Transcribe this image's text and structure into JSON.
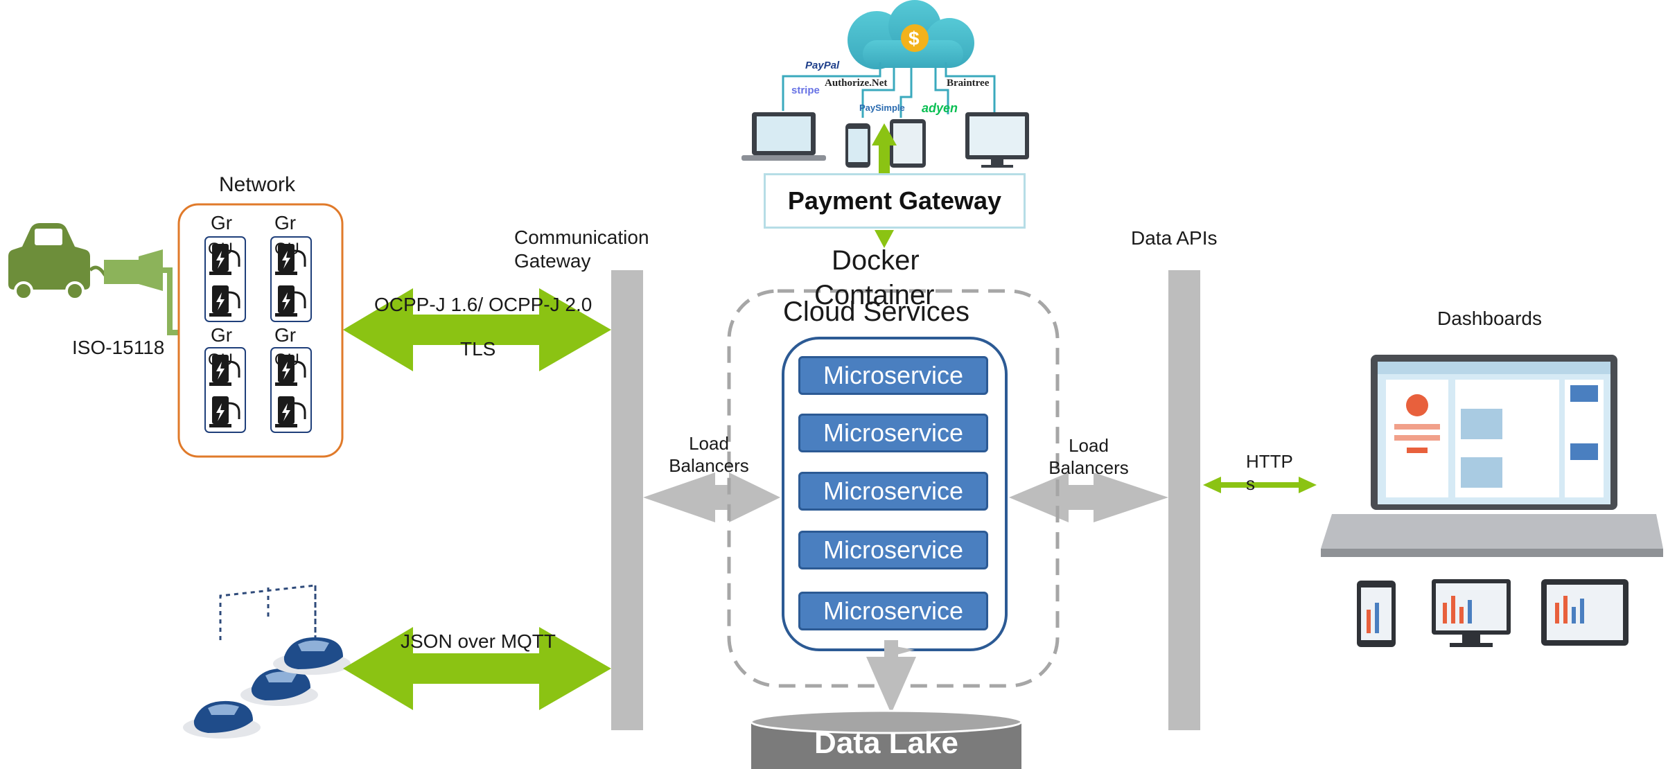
{
  "network": {
    "title": "Network",
    "groups": [
      "Gr",
      "Gr",
      "Gr",
      "Gr"
    ],
    "groups_suffix": [
      "OU",
      "OU",
      "OU",
      "OU"
    ]
  },
  "iso_label": "ISO-15118",
  "communication_gateway": {
    "label": "Communication Gateway"
  },
  "ocpp": {
    "label": "OCPP-J 1.6/ OCPP-J 2.0",
    "tls": "TLS"
  },
  "mqtt_label": "JSON over MQTT",
  "payment_gateway": {
    "label": "Payment Gateway",
    "providers": [
      "PayPal",
      "stripe",
      "Authorize.Net",
      "PaySimple",
      "adyen",
      "Braintree"
    ],
    "cloud_symbol": "$"
  },
  "docker": {
    "line1": "Docker",
    "line2": "Container",
    "cloud_services": "Cloud Services"
  },
  "microservices": [
    "Microservice",
    "Microservice",
    "Microservice",
    "Microservice",
    "Microservice"
  ],
  "load_balancer_left": "Load Balancers",
  "load_balancer_right": "Load Balancers",
  "data_apis": "Data APIs",
  "https": "HTTPs",
  "dashboards": "Dashboards",
  "data_lake": "Data Lake",
  "colors": {
    "green": "#8bc313",
    "gray": "#bdbdbd",
    "blue": "#4a7fc0",
    "orange": "#e07a2a",
    "navy": "#1f3f7a"
  }
}
